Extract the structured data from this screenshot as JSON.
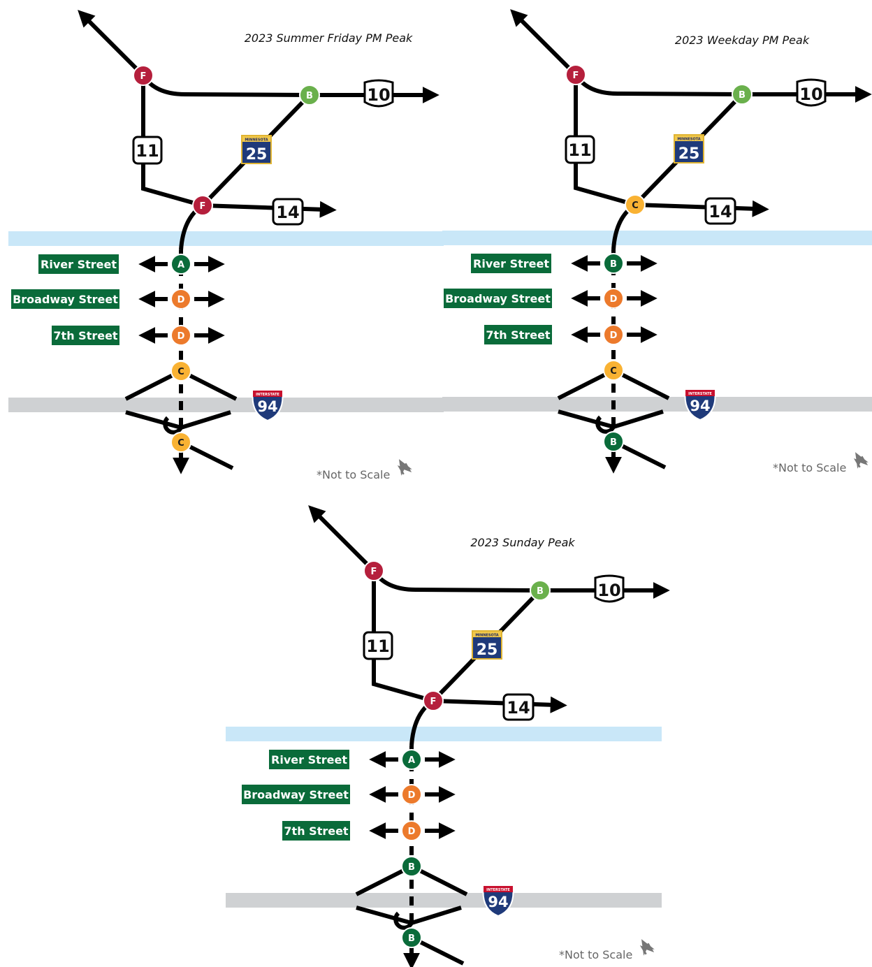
{
  "colors": {
    "los_A": "#0a6b3a",
    "los_B_dark": "#0a6b3a",
    "los_B_light": "#6ab04c",
    "los_C": "#f9b233",
    "los_D": "#ec7a2c",
    "los_F": "#b51f3c",
    "river": "#c9e7f8",
    "interstate_road": "#cfd1d3",
    "street_sign": "#0a6b3a"
  },
  "common": {
    "us_route": "10",
    "state_route_1": "11",
    "state_route_2": "14",
    "mn_route": "25",
    "mn_header": "MINNESOTA",
    "interstate": "94",
    "interstate_header": "INTERSTATE",
    "streets": [
      "River Street",
      "Broadway Street",
      "7th Street"
    ],
    "note": "*Not to Scale",
    "north_icon": "north-arrow-icon"
  },
  "panels": [
    {
      "title": "2023 Summer Friday PM Peak",
      "nodes": {
        "nw": "F",
        "us10": "B",
        "sw": "F",
        "river": "A",
        "broadway": "D",
        "seventh": "D",
        "i94_north": "C",
        "i94_south": "C"
      }
    },
    {
      "title": "2023 Weekday PM Peak",
      "nodes": {
        "nw": "F",
        "us10": "B",
        "sw": "C",
        "river": "B",
        "broadway": "D",
        "seventh": "D",
        "i94_north": "C",
        "i94_south": "B"
      }
    },
    {
      "title": "2023 Sunday Peak",
      "nodes": {
        "nw": "F",
        "us10": "B",
        "sw": "F",
        "river": "A",
        "broadway": "D",
        "seventh": "D",
        "i94_north": "B",
        "i94_south": "B"
      }
    }
  ]
}
